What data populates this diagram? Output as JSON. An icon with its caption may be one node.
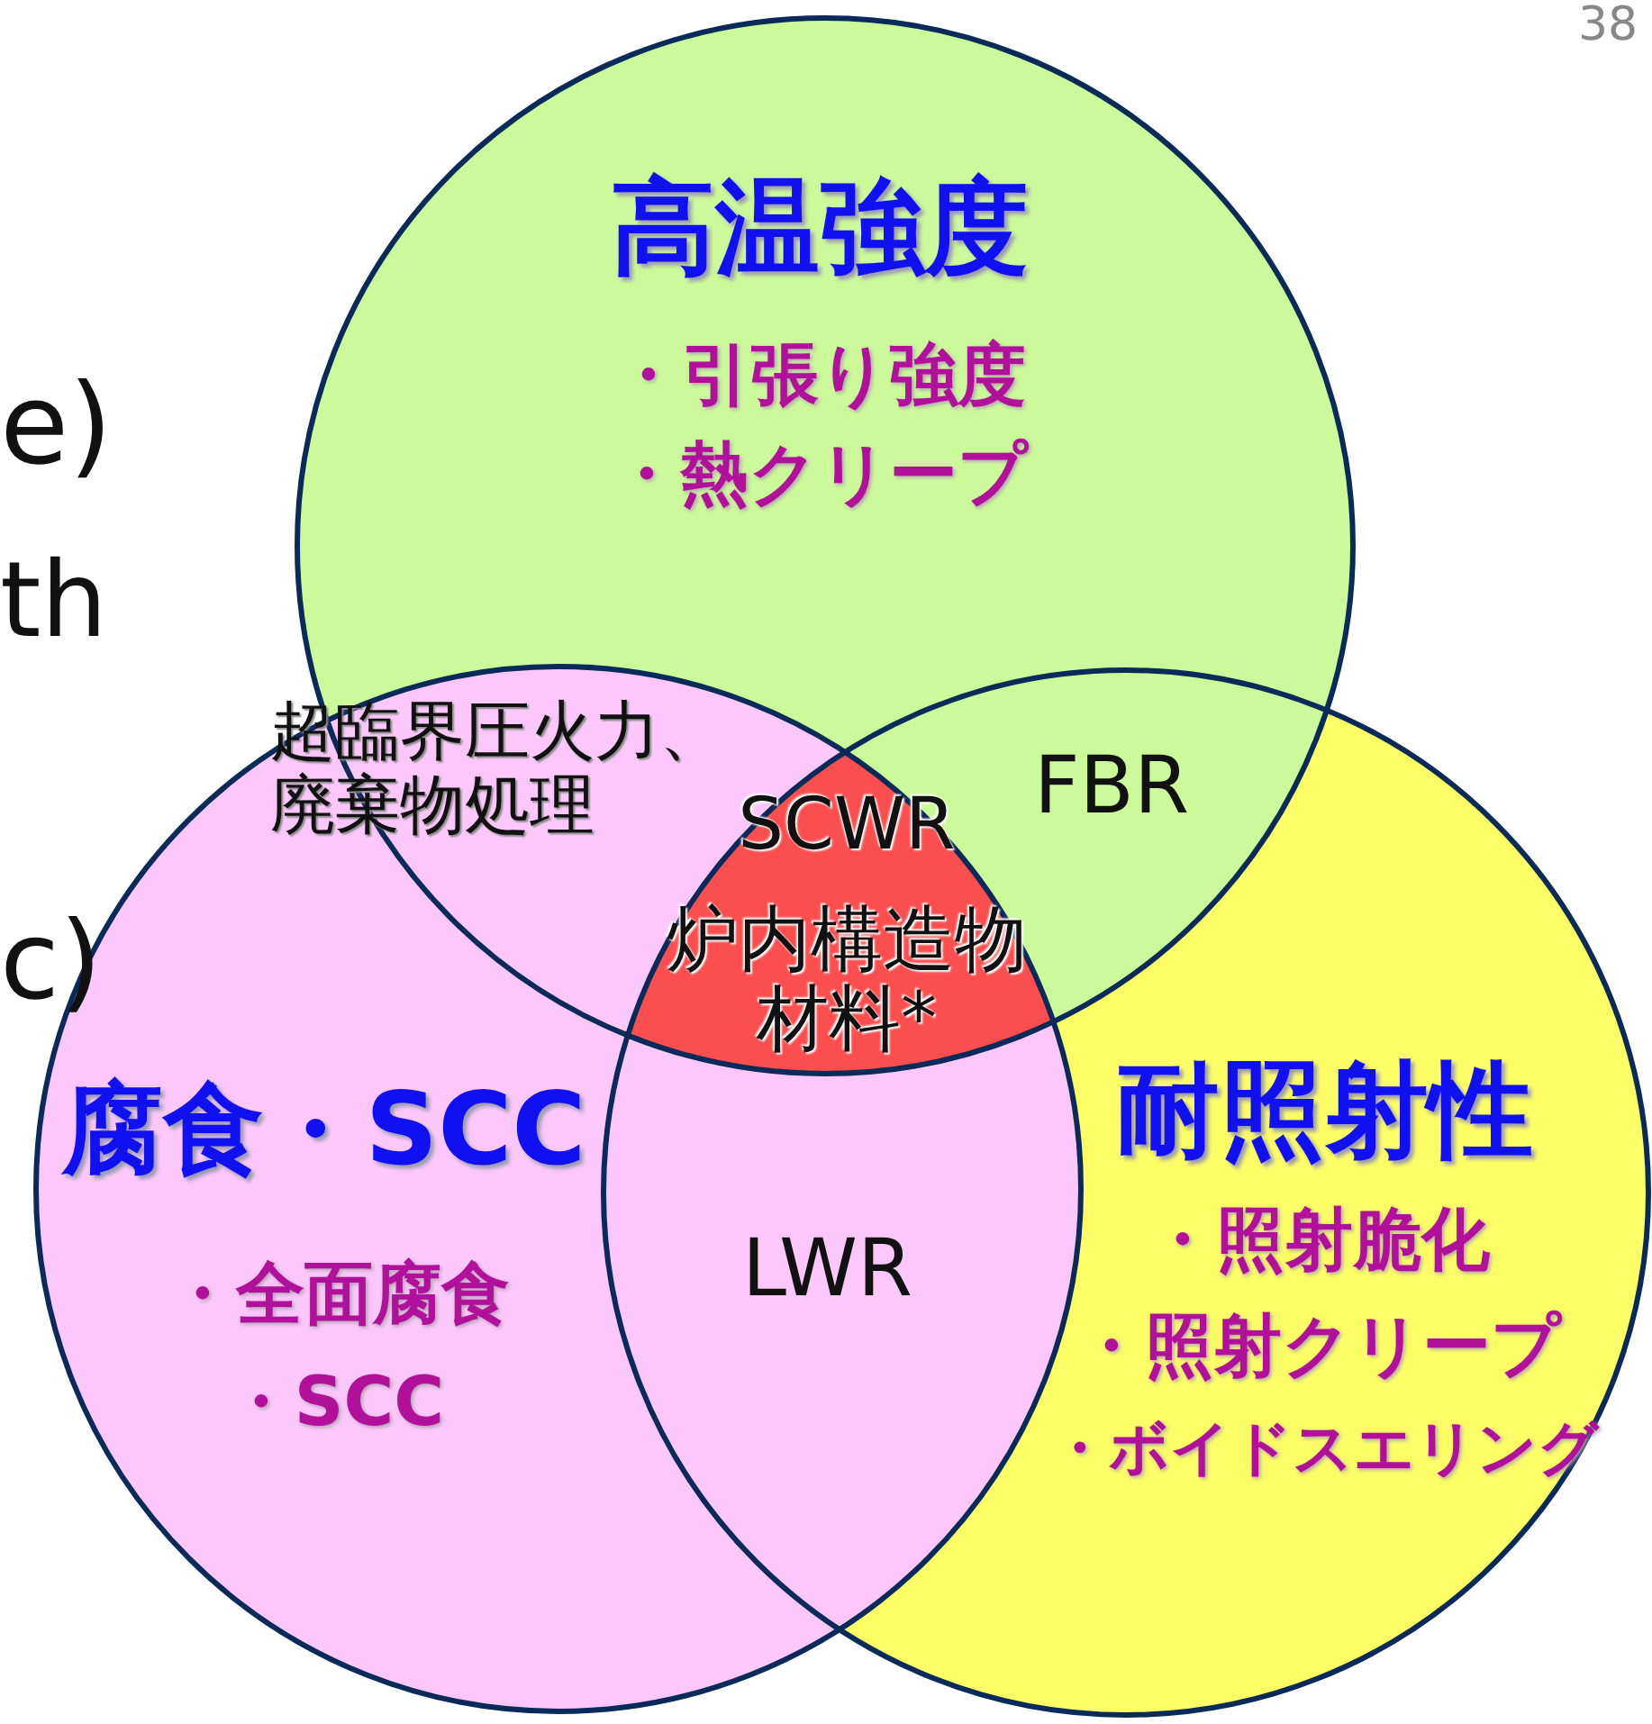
{
  "diagram": {
    "nodes": [
      {
        "text": [
          "高温強度",
          "・引張り強度",
          "・熱クリープ"
        ]
      },
      {
        "text": [
          "腐食・SCC",
          "・全面腐食",
          "・SCC"
        ]
      },
      {
        "text": [
          "耐照射性",
          "・照射脆化",
          "・照射クリープ",
          "・ボイドスエリング"
        ]
      },
      {
        "text": [
          "SCWR",
          "炉内構造物材料*"
        ]
      }
    ],
    "labels": [
      "38",
      "e)",
      "th",
      "超臨界圧火力、廃棄物処理",
      "FBR",
      "c)",
      "LWR"
    ]
  }
}
